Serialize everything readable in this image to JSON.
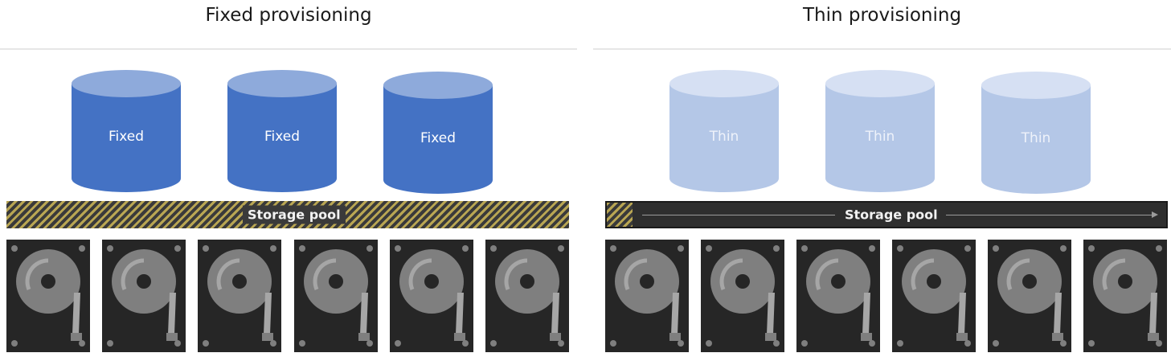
{
  "left_panel": {
    "title": "Fixed provisioning",
    "volumes": [
      {
        "label": "Fixed"
      },
      {
        "label": "Fixed"
      },
      {
        "label": "Fixed"
      }
    ],
    "pool_label": "Storage pool",
    "disk_count": 6
  },
  "right_panel": {
    "title": "Thin provisioning",
    "volumes": [
      {
        "label": "Thin"
      },
      {
        "label": "Thin"
      },
      {
        "label": "Thin"
      }
    ],
    "pool_label": "Storage pool",
    "disk_count": 6
  },
  "colors": {
    "fixed_body": "#4472c4",
    "fixed_top": "#8eaadb",
    "thin_body": "#b4c7e7",
    "thin_top": "#d6e0f3",
    "hatch_gold": "#b9a653",
    "disk_case": "#262626",
    "platter": "#7f7f7f"
  }
}
